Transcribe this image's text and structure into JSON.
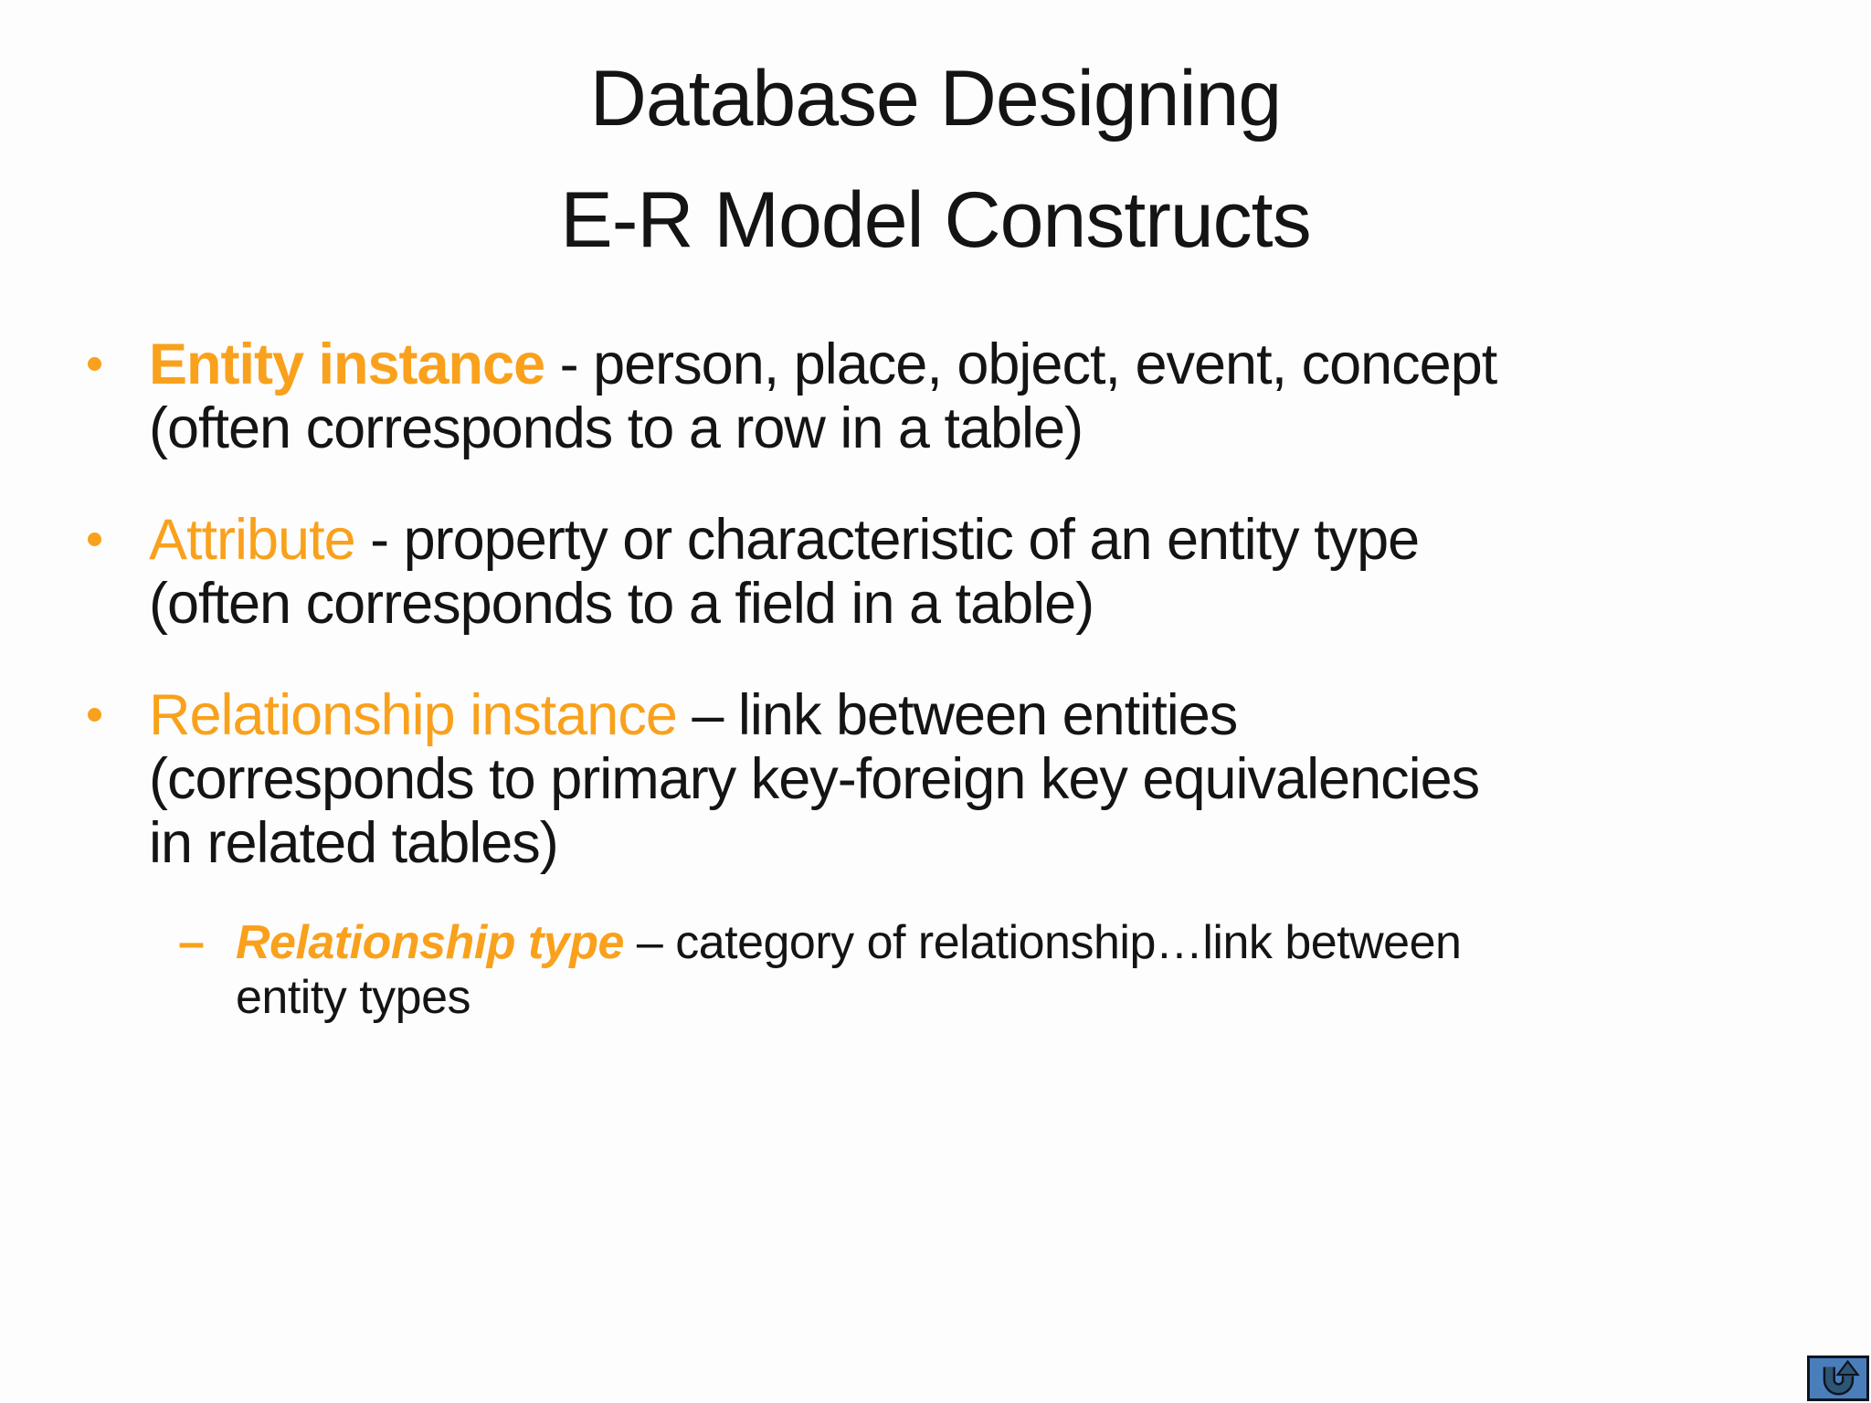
{
  "slide": {
    "title": {
      "line1": "Database Designing",
      "line2": "E-R Model Constructs"
    },
    "bullets": [
      {
        "term": "Entity instance",
        "rest_line1": " - person, place, object, event, concept",
        "line2": "(often corresponds to a row in a table)"
      },
      {
        "term": "Attribute",
        "rest_line1": " - property or characteristic of an entity type",
        "line2": "(often corresponds to a field in a table)"
      },
      {
        "term": "Relationship instance",
        "rest_line1": " – link between entities",
        "line2": "(corresponds to primary key-foreign key equivalencies",
        "line3": "in related tables)"
      }
    ],
    "sub_bullet": {
      "marker": "–",
      "term": "Relationship type",
      "rest_line1": " – category of relationship…link between",
      "line2": "entity types"
    },
    "icons": {
      "return": "u-turn-arrow-icon",
      "bullet": "bullet-dot-icon"
    },
    "colors": {
      "accent_orange": "#f9a11c",
      "text": "#141414",
      "background": "#fdfdfd",
      "button_fill": "#4a7ebb",
      "button_arrow": "#2e5574",
      "button_border": "#0d1420"
    }
  }
}
